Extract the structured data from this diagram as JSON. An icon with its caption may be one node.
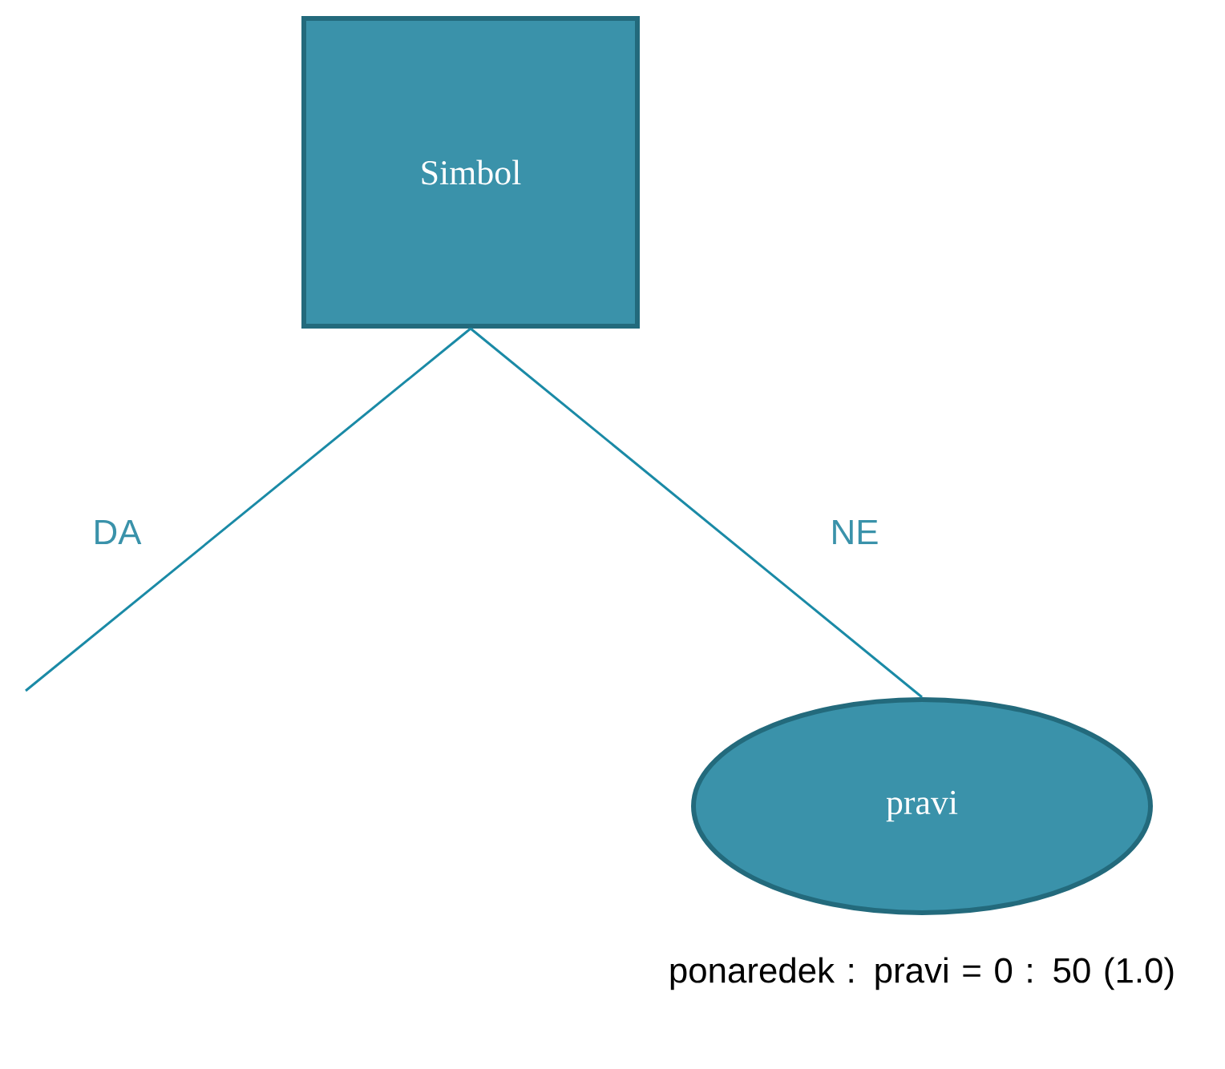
{
  "diagram": {
    "nodes": [
      {
        "text": [
          "Simbol"
        ]
      },
      {
        "text": [
          "pravi"
        ],
        "beside": [
          "ponaredek : pravi = 0 : 50 (1.0)"
        ]
      }
    ],
    "edges": [
      {
        "from": 0,
        "to": null,
        "arrow": "none",
        "label": "DA"
      },
      {
        "from": 0,
        "to": 1,
        "arrow": "none",
        "label": "NE"
      }
    ]
  }
}
